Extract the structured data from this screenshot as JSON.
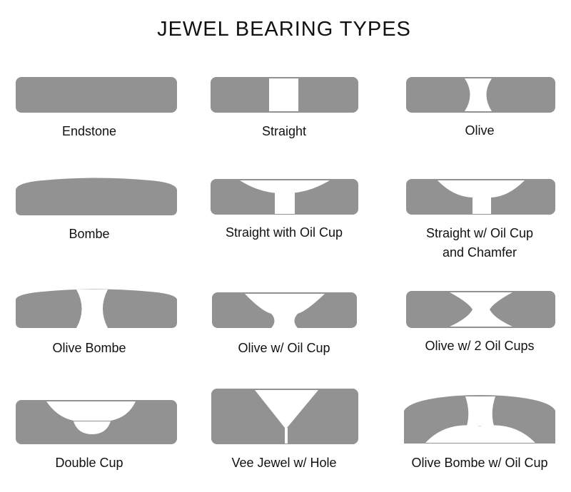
{
  "title": "JEWEL BEARING TYPES",
  "colors": {
    "jewel": "#929292",
    "hole": "#ffffff"
  },
  "bearings": [
    {
      "label": "Endstone"
    },
    {
      "label": "Straight"
    },
    {
      "label": "Olive"
    },
    {
      "label": "Bombe"
    },
    {
      "label": "Straight with Oil Cup"
    },
    {
      "label": "Straight w/ Oil Cup",
      "label2": "and Chamfer"
    },
    {
      "label": "Olive Bombe"
    },
    {
      "label": "Olive w/ Oil Cup"
    },
    {
      "label": "Olive w/ 2 Oil Cups"
    },
    {
      "label": "Double Cup"
    },
    {
      "label": "Vee Jewel w/ Hole"
    },
    {
      "label": "Olive Bombe w/ Oil Cup"
    }
  ]
}
